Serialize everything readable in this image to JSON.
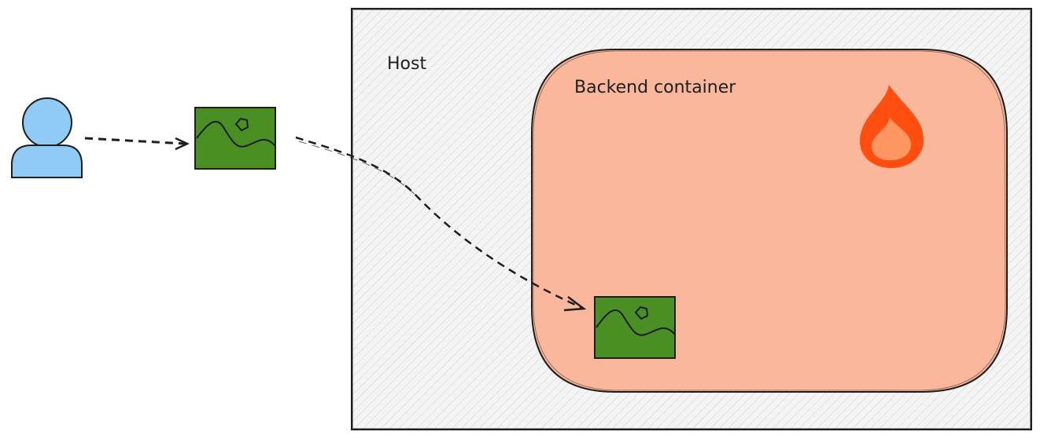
{
  "diagram": {
    "host": {
      "label": "Host",
      "fill": "#f3f3f3",
      "hatch": "#d9d9d9",
      "stroke": "#1e1e1e"
    },
    "backend": {
      "label": "Backend container",
      "fill": "#fbb79c",
      "stroke": "#1e1e1e"
    },
    "icons": {
      "user": {
        "name": "user-icon",
        "fill": "#8fcbf5"
      },
      "image": {
        "name": "image-icon",
        "fill": "#4a8f24"
      },
      "fire": {
        "name": "fire-icon",
        "outer": "#ff4e10",
        "inner": "#ff9560"
      }
    },
    "edges": [
      {
        "from": "user",
        "to": "image",
        "style": "dashed"
      },
      {
        "from": "image",
        "to": "container-image",
        "style": "dashed"
      }
    ]
  }
}
